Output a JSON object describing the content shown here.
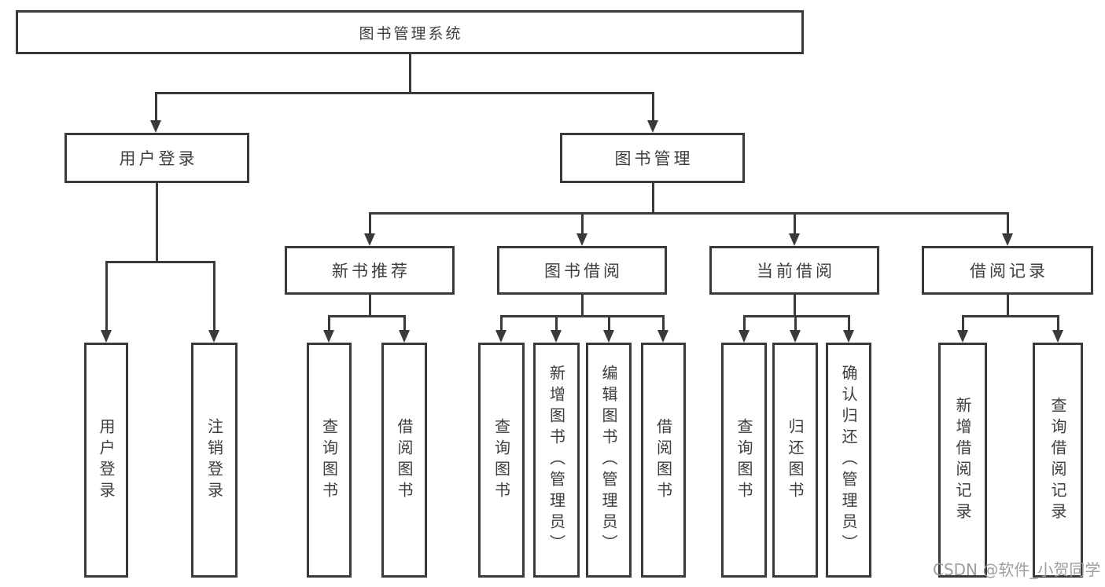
{
  "colors": {
    "line": "#3a3a3a",
    "text": "#3d3d3d",
    "background": "#ffffff",
    "watermark_color": "#9e9e9e"
  },
  "watermark": {
    "text": "CSDN @软件_小贺同学"
  },
  "diagram": {
    "type": "hierarchy-tree",
    "root": {
      "label": "图书管理系统",
      "children": [
        "用户登录",
        "图书管理"
      ]
    },
    "level2": [
      {
        "label": "用户登录",
        "children": [
          "用户登录",
          "注销登录"
        ]
      },
      {
        "label": "图书管理",
        "children": [
          "新书推荐",
          "图书借阅",
          "当前借阅",
          "借阅记录"
        ]
      }
    ],
    "level3": [
      {
        "label": "新书推荐",
        "children": [
          "查询图书",
          "借阅图书"
        ]
      },
      {
        "label": "图书借阅",
        "children": [
          "查询图书",
          "新增图书（管理员）",
          "编辑图书（管理员）",
          "借阅图书"
        ]
      },
      {
        "label": "当前借阅",
        "children": [
          "查询图书",
          "归还图书",
          "确认归还（管理员）"
        ]
      },
      {
        "label": "借阅记录",
        "children": [
          "新增借阅记录",
          "查询借阅记录"
        ]
      }
    ],
    "leaves": [
      {
        "label": "用户登录"
      },
      {
        "label": "注销登录"
      },
      {
        "label": "查询图书"
      },
      {
        "label": "借阅图书"
      },
      {
        "label": "查询图书"
      },
      {
        "label": "新增图书（管理员）"
      },
      {
        "label": "编辑图书（管理员）"
      },
      {
        "label": "借阅图书"
      },
      {
        "label": "查询图书"
      },
      {
        "label": "归还图书"
      },
      {
        "label": "确认归还（管理员）"
      },
      {
        "label": "新增借阅记录"
      },
      {
        "label": "查询借阅记录"
      }
    ]
  }
}
